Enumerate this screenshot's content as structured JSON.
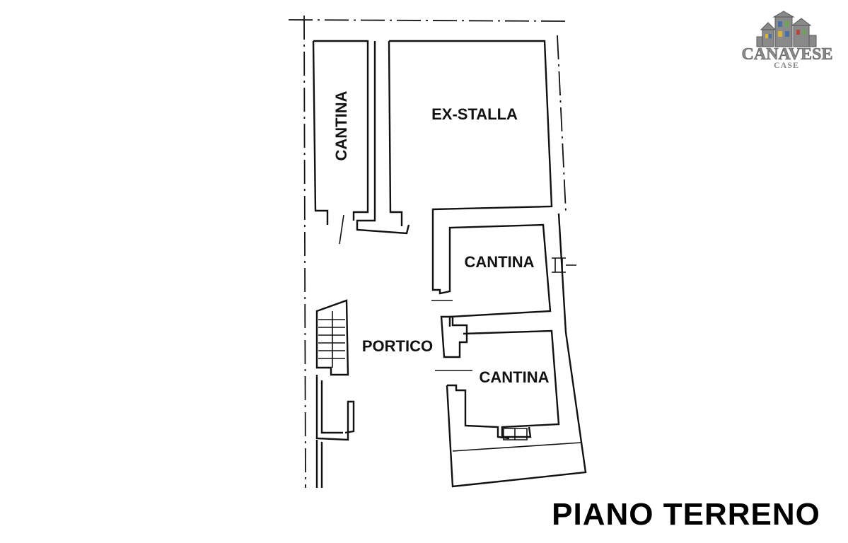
{
  "logo": {
    "brand": "CANAVESE",
    "sub": "CASE",
    "colors": {
      "gray": "#8a8a8a",
      "blue": "#4a6fa5",
      "green": "#6fa35a",
      "yellow": "#d9b23a",
      "red": "#b9473b"
    }
  },
  "rooms": {
    "cantina_vertical": "CANTINA",
    "ex_stalla": "EX-STALLA",
    "cantina_middle": "CANTINA",
    "portico": "PORTICO",
    "cantina_lower": "CANTINA"
  },
  "title": "PIANO TERRENO"
}
